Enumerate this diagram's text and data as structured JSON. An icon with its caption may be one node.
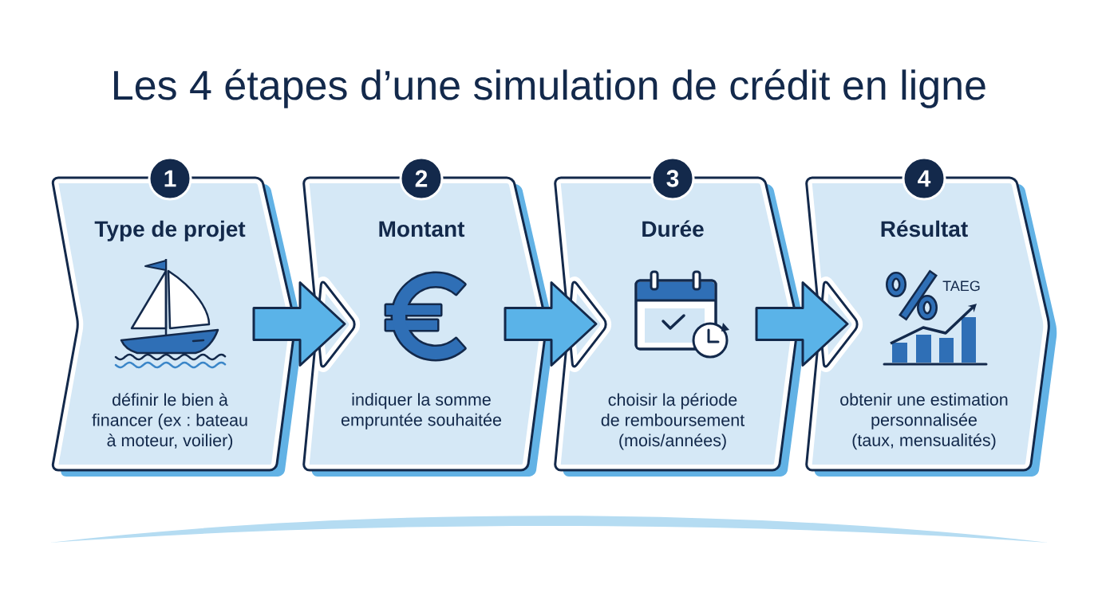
{
  "diagram": {
    "title": "Les 4 étapes d’une simulation de crédit en ligne",
    "nodes": [
      {
        "text": [
          "1",
          "Type de projet",
          "définir le bien à financer (ex : bateau à moteur, voilier)"
        ]
      },
      {
        "text": [
          "2",
          "Montant",
          "indiquer la somme empruntée souhaitée"
        ]
      },
      {
        "text": [
          "3",
          "Durée",
          "choisir la période de remboursement (mois/années)"
        ]
      },
      {
        "text": [
          "4",
          "Résultat",
          "obtenir une estimation personnalisée (taux, mensualités)"
        ]
      },
      {
        "text": [],
        "shape": "arc"
      }
    ],
    "edges": [
      {
        "from": 0,
        "to": 1,
        "arrow": "to"
      },
      {
        "from": 1,
        "to": 2,
        "arrow": "to"
      },
      {
        "from": 2,
        "to": 3,
        "arrow": "to"
      }
    ],
    "labels": [
      "TAEG"
    ]
  }
}
